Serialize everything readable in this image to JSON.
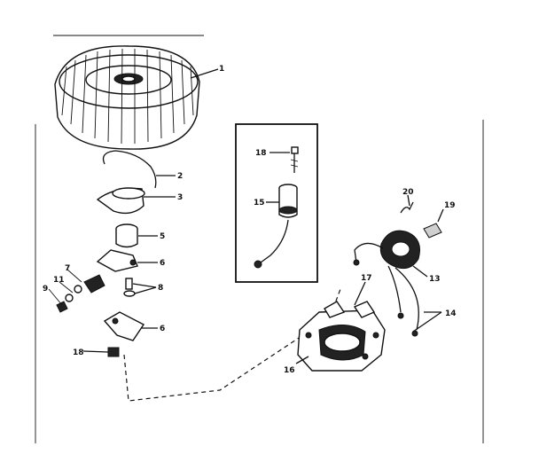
{
  "labels": {
    "l1": "1",
    "l2": "2",
    "l3": "3",
    "l5": "5",
    "l6a": "6",
    "l7": "7",
    "l8": "8",
    "l9": "9",
    "l11": "11",
    "l6b": "6",
    "l18a": "18",
    "l18b": "18",
    "l15": "15",
    "l20": "20",
    "l19": "19",
    "l13": "13",
    "l17": "17",
    "l14": "14",
    "l16": "16"
  },
  "colors": {
    "ink": "#111111",
    "paper": "#ffffff",
    "shade": "#cfcfcf"
  }
}
